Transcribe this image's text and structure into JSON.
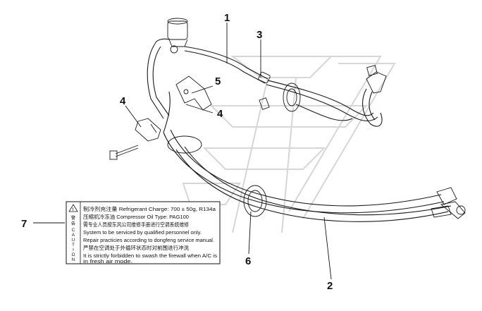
{
  "callouts": {
    "c1": "1",
    "c2": "2",
    "c3": "3",
    "c4a": "4",
    "c4b": "4",
    "c5": "5",
    "c6": "6",
    "c7": "7"
  },
  "label": {
    "side_text": [
      "警",
      "告",
      "C",
      "A",
      "U",
      "T",
      "I",
      "O",
      "N"
    ],
    "lines": [
      "制冷剂充注量 Refrigerant Charge:  700 ± 50g, R134a",
      "压缩机冷冻油 Compressor Oil Type:  PAG100",
      "需专业人员按东风公司维修手册进行空调系统维修",
      "System to be serviced by qualified  personnel only.",
      "Repair practicies according to dongfeng service manual.",
      "严禁在空调处于外循环状态时对前围进行冲洗",
      "It is strictly forbidden to swash the firewall when A/C is",
      "in fresh air mode."
    ]
  },
  "colors": {
    "line": "#1a1a1a",
    "watermark": "#d6d6d6",
    "background": "#ffffff"
  },
  "icons": {
    "warning": "warning-triangle-icon",
    "watermark": "dongfeng-logo-watermark"
  }
}
